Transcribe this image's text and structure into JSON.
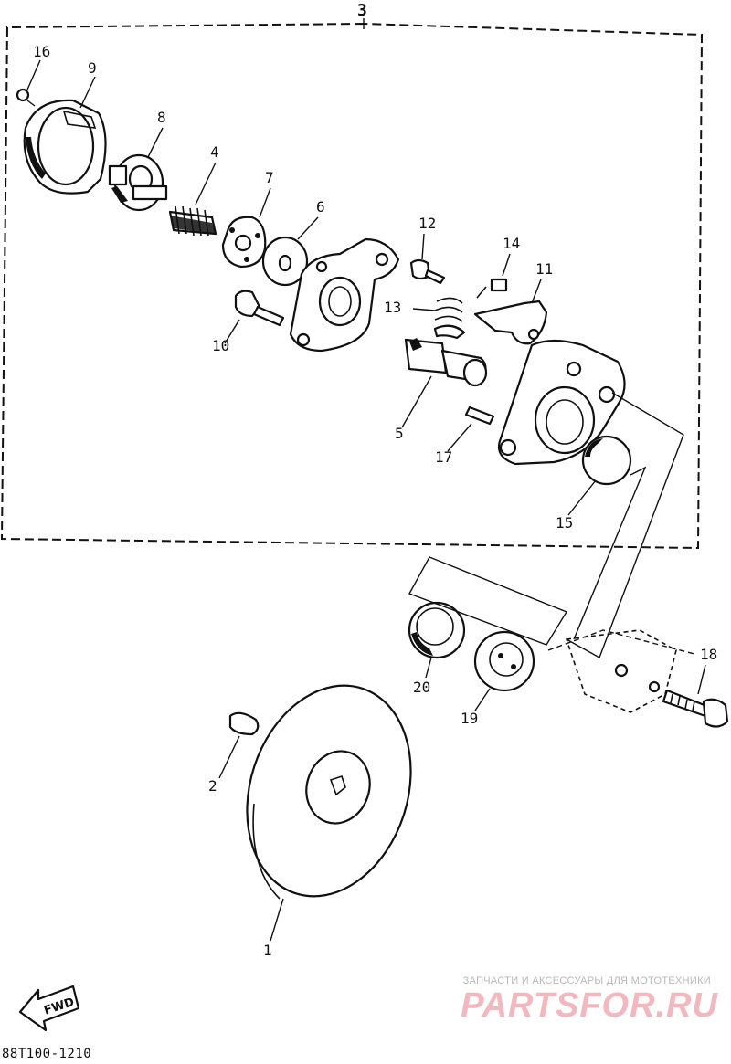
{
  "diagram": {
    "assembly_label": "3",
    "callouts": {
      "c1": "1",
      "c2": "2",
      "c4": "4",
      "c5": "5",
      "c6": "6",
      "c7": "7",
      "c8": "8",
      "c9": "9",
      "c10": "10",
      "c11": "11",
      "c12": "12",
      "c13": "13",
      "c14": "14",
      "c15": "15",
      "c16": "16",
      "c17": "17",
      "c18": "18",
      "c19": "19",
      "c20": "20"
    },
    "fwd_label": "FWD",
    "reference_code": "88T100-1210"
  },
  "watermark": {
    "caption": "ЗАПЧАСТИ И АКСЕССУАРЫ ДЛЯ МОТОТЕХНИКИ",
    "logo": "PARTSFOR.RU",
    "logo_color": "#f2b8bd"
  }
}
